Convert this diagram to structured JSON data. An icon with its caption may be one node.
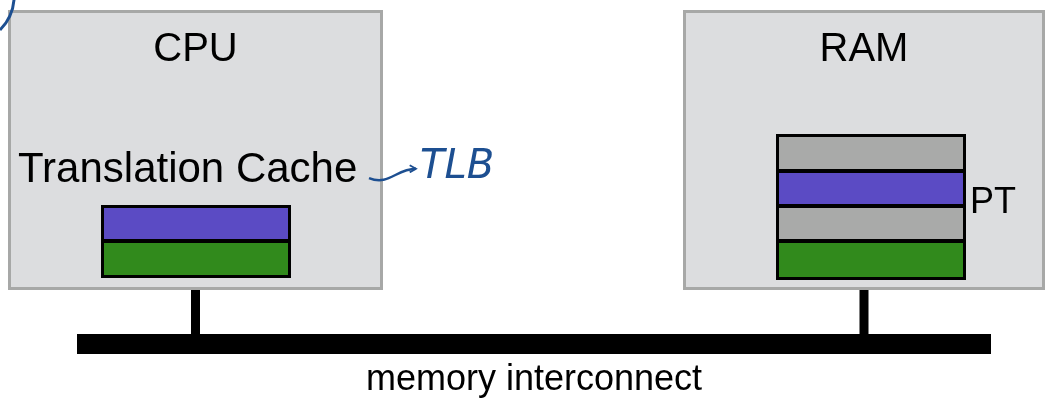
{
  "diagram": {
    "nodes": [
      {
        "text": [
          "CPU"
        ]
      },
      {
        "text": [
          "Translation Cache"
        ],
        "in": 0
      },
      {
        "text": [
          "TLB"
        ]
      },
      {
        "text": [],
        "shape": "bar",
        "in": 0
      },
      {
        "text": [],
        "shape": "bar",
        "in": 0
      },
      {
        "text": [
          "RAM"
        ]
      },
      {
        "text": [],
        "shape": "bar",
        "in": 5
      },
      {
        "text": [],
        "shape": "bar",
        "in": 5
      },
      {
        "text": [],
        "shape": "bar",
        "in": 5
      },
      {
        "text": [],
        "shape": "bar",
        "in": 5
      },
      {
        "text": [
          "memory interconnect"
        ]
      }
    ],
    "edges": [
      {
        "from": 1,
        "to": 2,
        "arrow": "to",
        "color": "#1d4f91"
      },
      {
        "from": 0,
        "to": 10,
        "arrow": "none"
      },
      {
        "from": 5,
        "to": 10,
        "arrow": "none"
      }
    ],
    "labels": [
      "PT"
    ]
  }
}
